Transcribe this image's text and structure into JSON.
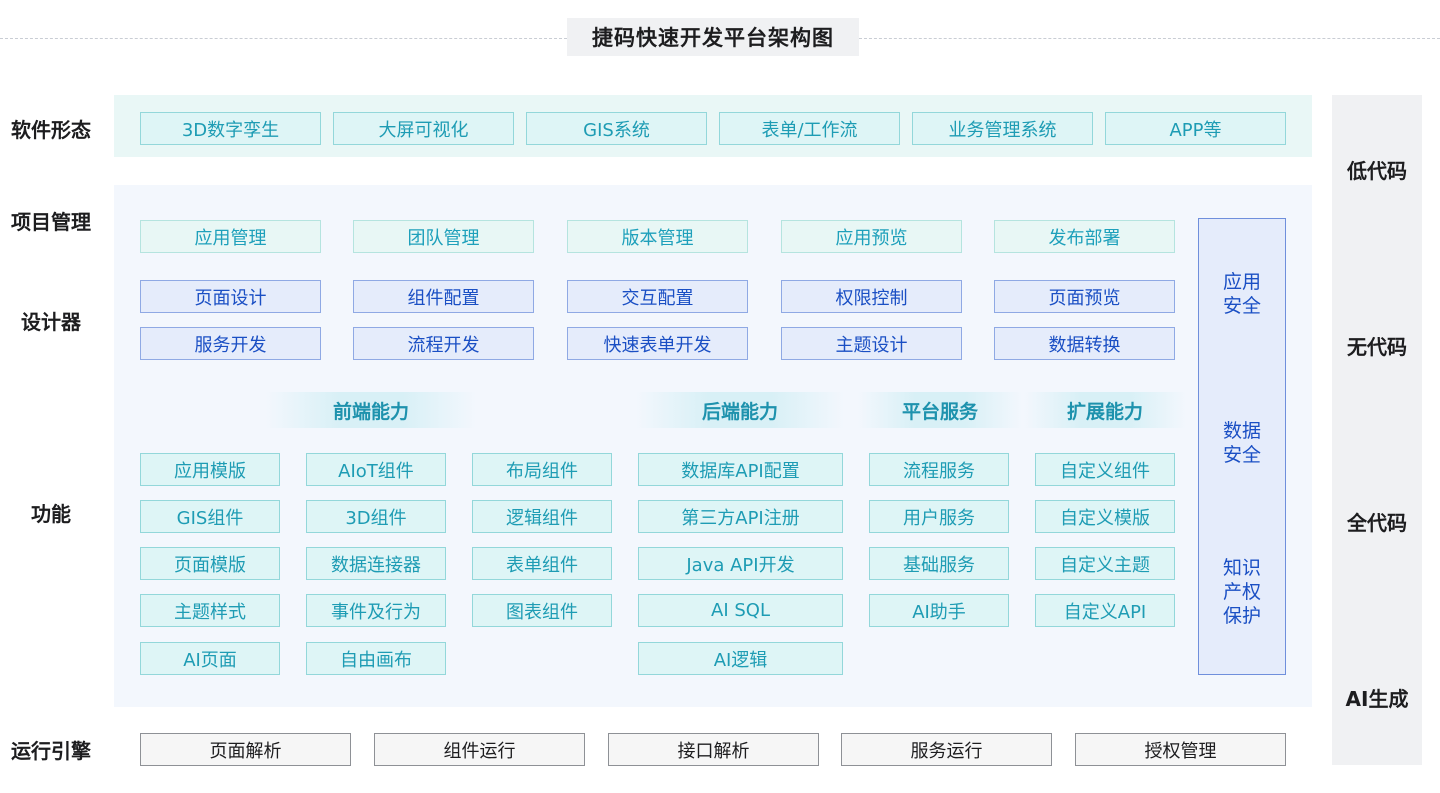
{
  "title": "捷码快速开发平台架构图",
  "row_labels": {
    "software": "软件形态",
    "project": "项目管理",
    "designer": "设计器",
    "function": "功能",
    "engine": "运行引擎"
  },
  "software_forms": [
    "3D数字孪生",
    "大屏可视化",
    "GIS系统",
    "表单/工作流",
    "业务管理系统",
    "APP等"
  ],
  "project_mgmt": [
    "应用管理",
    "团队管理",
    "版本管理",
    "应用预览",
    "发布部署"
  ],
  "designer_row1": [
    "页面设计",
    "组件配置",
    "交互配置",
    "权限控制",
    "页面预览"
  ],
  "designer_row2": [
    "服务开发",
    "流程开发",
    "快速表单开发",
    "主题设计",
    "数据转换"
  ],
  "categories": {
    "frontend": "前端能力",
    "backend": "后端能力",
    "platform": "平台服务",
    "extension": "扩展能力"
  },
  "frontend_col1": [
    "应用模版",
    "GIS组件",
    "页面模版",
    "主题样式",
    "AI页面"
  ],
  "frontend_col2": [
    "AIoT组件",
    "3D组件",
    "数据连接器",
    "事件及行为",
    "自由画布"
  ],
  "frontend_col3": [
    "布局组件",
    "逻辑组件",
    "表单组件",
    "图表组件"
  ],
  "backend": [
    "数据库API配置",
    "第三方API注册",
    "Java API开发",
    "AI SQL",
    "AI逻辑"
  ],
  "platform": [
    "流程服务",
    "用户服务",
    "基础服务",
    "AI助手"
  ],
  "extension": [
    "自定义组件",
    "自定义模版",
    "自定义主题",
    "自定义API"
  ],
  "security": {
    "app": [
      "应用",
      "安全"
    ],
    "data": [
      "数据",
      "安全"
    ],
    "ip": [
      "知识",
      "产权",
      "保护"
    ]
  },
  "engine": [
    "页面解析",
    "组件运行",
    "接口解析",
    "服务运行",
    "授权管理"
  ],
  "code_levels": [
    "低代码",
    "无代码",
    "全代码",
    "AI生成"
  ],
  "colors": {
    "teal_text": "#1e9cb4",
    "blue_text": "#1a4fc4",
    "soft_panel": "#e9f7f6",
    "main_panel": "#f3f7fd"
  }
}
